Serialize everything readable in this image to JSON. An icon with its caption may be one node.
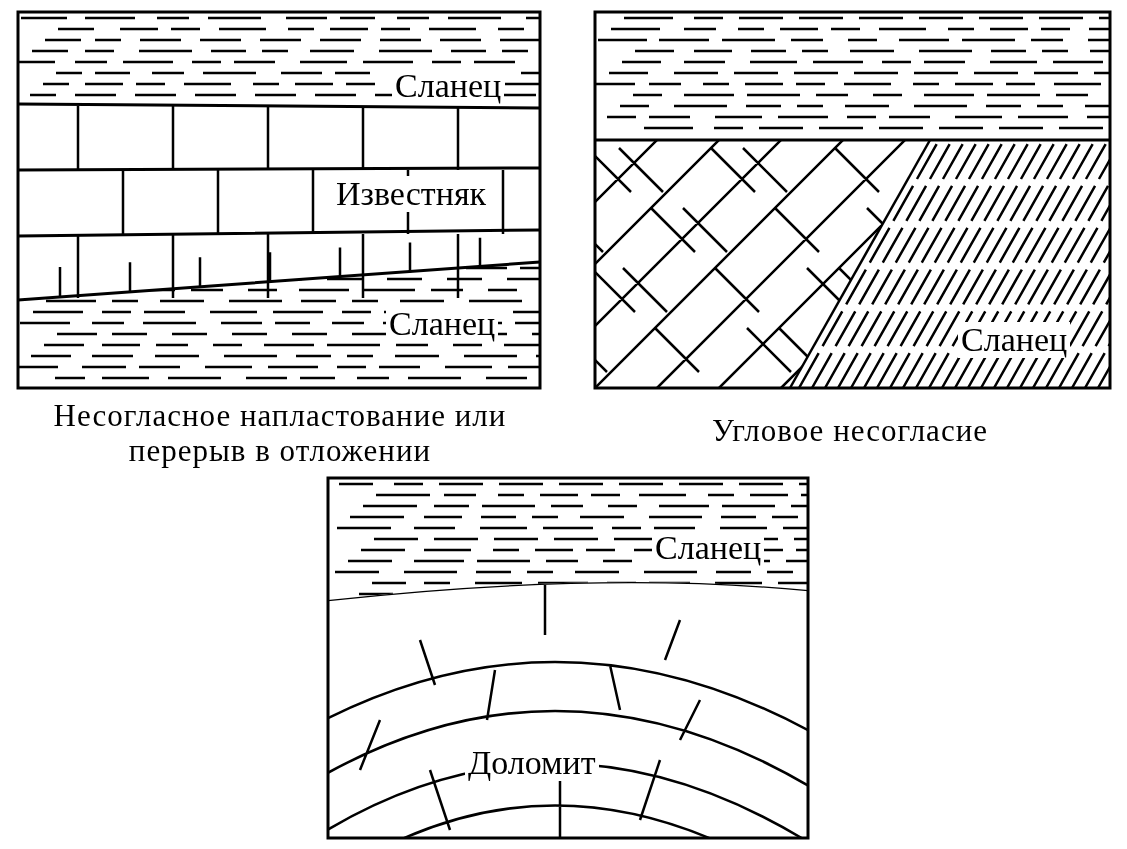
{
  "diagram": {
    "labels": [
      "Сланец",
      "Известняк",
      "Сланец",
      "Несогласное напластование или перерыв в отложении",
      "Сланец",
      "Угловое несогласие",
      "Сланец",
      "Доломит"
    ]
  }
}
